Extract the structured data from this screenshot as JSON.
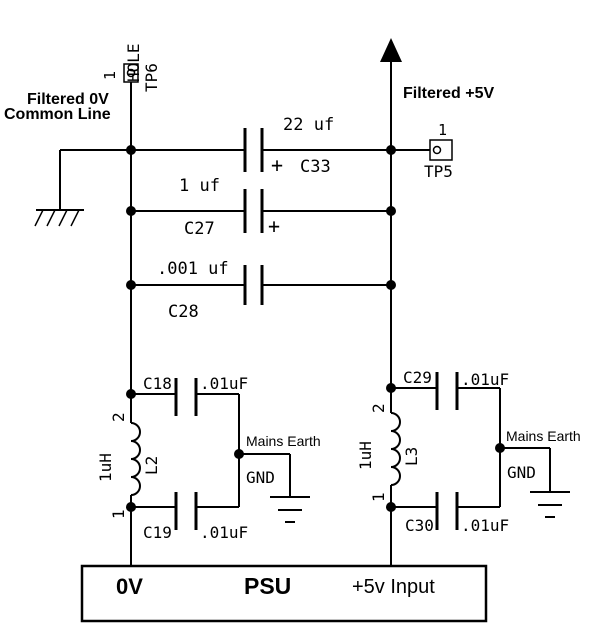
{
  "labels": {
    "filtered_0v_line1": "Filtered 0V",
    "filtered_0v_line2": "Common Line",
    "filtered_5v": "Filtered +5V",
    "tp6_name": "TP6",
    "tp6_type": "HOLE",
    "tp6_pin": "1",
    "tp5_name": "TP5",
    "tp5_pin": "1",
    "mains_earth_left": "Mains Earth",
    "mains_earth_right": "Mains Earth",
    "gnd_left": "GND",
    "gnd_right": "GND"
  },
  "components": {
    "c33": {
      "ref": "C33",
      "value": "22  uf",
      "polarity": "+"
    },
    "c27": {
      "ref": "C27",
      "value": "1 uf",
      "polarity": "+"
    },
    "c28": {
      "ref": "C28",
      "value": ".001 uf"
    },
    "c18": {
      "ref": "C18",
      "value": ".01uF"
    },
    "c19": {
      "ref": "C19",
      "value": ".01uF"
    },
    "c29": {
      "ref": "C29",
      "value": ".01uF"
    },
    "c30": {
      "ref": "C30",
      "value": ".01uF"
    },
    "l2": {
      "ref": "L2",
      "value": "1uH",
      "pin_top": "2",
      "pin_bottom": "1"
    },
    "l3": {
      "ref": "L3",
      "value": "1uH",
      "pin_top": "2",
      "pin_bottom": "1"
    }
  },
  "psu": {
    "title": "PSU",
    "left_terminal": "0V",
    "right_terminal": "+5v Input"
  }
}
